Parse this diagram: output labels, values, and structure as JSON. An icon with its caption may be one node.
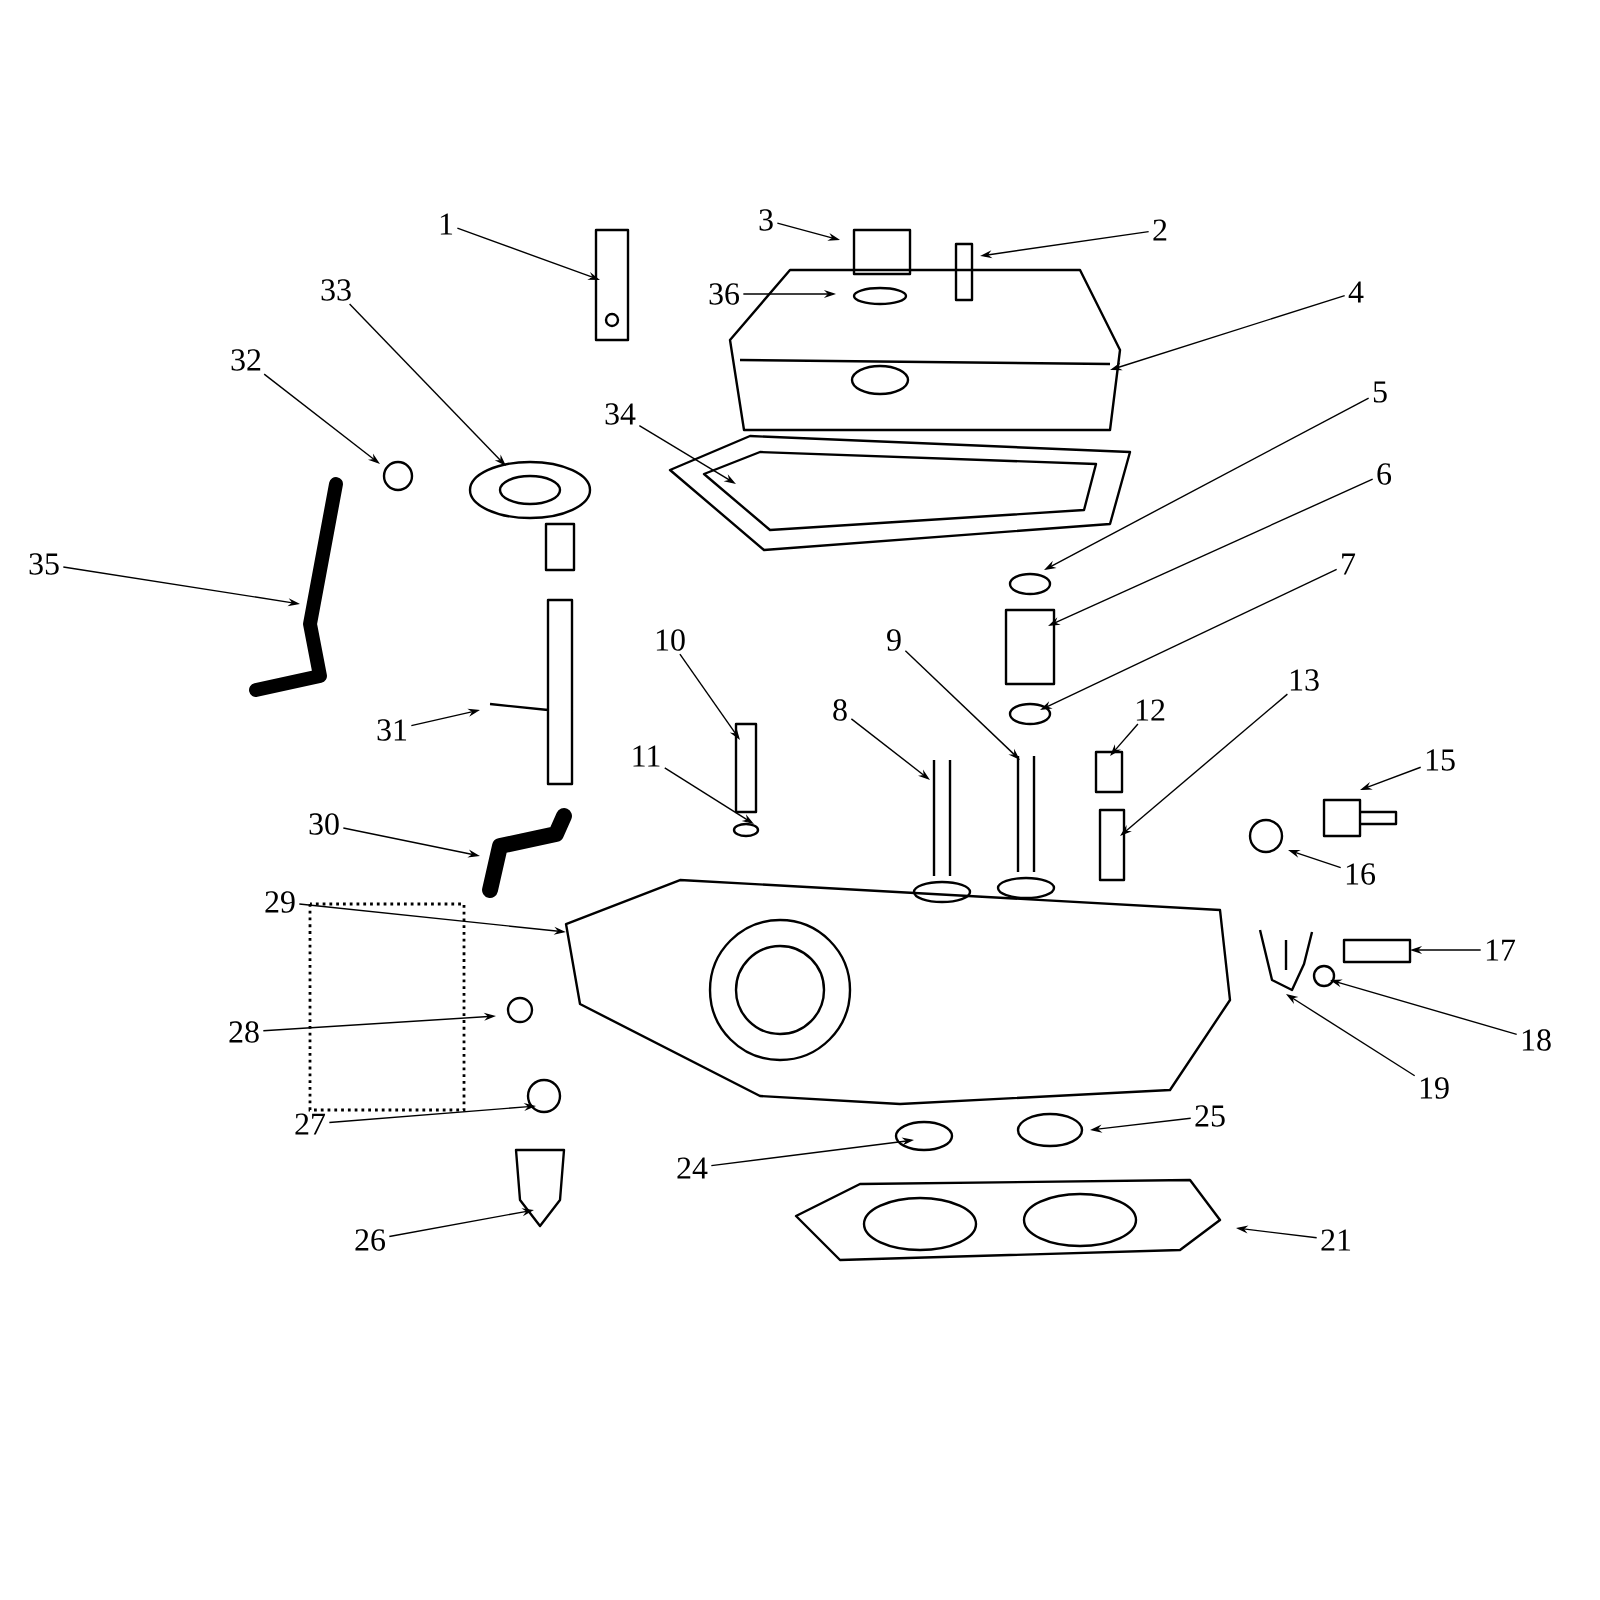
{
  "diagram": {
    "nodes": [
      {
        "text": [
          "1"
        ]
      },
      {
        "text": [
          "3"
        ]
      },
      {
        "text": [
          "2"
        ]
      },
      {
        "text": [
          "33"
        ]
      },
      {
        "text": [
          "36"
        ]
      },
      {
        "text": [
          "4"
        ]
      },
      {
        "text": [
          "32"
        ]
      },
      {
        "text": [
          "34"
        ]
      },
      {
        "text": [
          "5"
        ]
      },
      {
        "text": [
          "6"
        ]
      },
      {
        "text": [
          "35"
        ]
      },
      {
        "text": [
          "7"
        ]
      },
      {
        "text": [
          "10"
        ]
      },
      {
        "text": [
          "9"
        ]
      },
      {
        "text": [
          "31"
        ]
      },
      {
        "text": [
          "8"
        ]
      },
      {
        "text": [
          "12"
        ]
      },
      {
        "text": [
          "13"
        ]
      },
      {
        "text": [
          "15"
        ]
      },
      {
        "text": [
          "11"
        ]
      },
      {
        "text": [
          "30"
        ]
      },
      {
        "text": [
          "16"
        ]
      },
      {
        "text": [
          "29"
        ]
      },
      {
        "text": [
          "17"
        ]
      },
      {
        "text": [
          "28"
        ]
      },
      {
        "text": [
          "18"
        ]
      },
      {
        "text": [
          "19"
        ]
      },
      {
        "text": [
          "27"
        ]
      },
      {
        "text": [
          "25"
        ]
      },
      {
        "text": [
          "24"
        ]
      },
      {
        "text": [
          "26"
        ]
      },
      {
        "text": [
          "21"
        ]
      }
    ],
    "edges": [
      {
        "from": 0,
        "to": null,
        "arrow": "to"
      },
      {
        "from": 1,
        "to": null,
        "arrow": "to"
      },
      {
        "from": 2,
        "to": null,
        "arrow": "to"
      },
      {
        "from": 3,
        "to": null,
        "arrow": "to"
      },
      {
        "from": 4,
        "to": null,
        "arrow": "to"
      },
      {
        "from": 5,
        "to": null,
        "arrow": "to"
      },
      {
        "from": 6,
        "to": null,
        "arrow": "to"
      },
      {
        "from": 7,
        "to": null,
        "arrow": "to"
      },
      {
        "from": 8,
        "to": null,
        "arrow": "to"
      },
      {
        "from": 9,
        "to": null,
        "arrow": "to"
      },
      {
        "from": 10,
        "to": null,
        "arrow": "to"
      },
      {
        "from": 11,
        "to": null,
        "arrow": "to"
      },
      {
        "from": 12,
        "to": null,
        "arrow": "to"
      },
      {
        "from": 13,
        "to": null,
        "arrow": "to"
      },
      {
        "from": 14,
        "to": null,
        "arrow": "to"
      },
      {
        "from": 15,
        "to": null,
        "arrow": "to"
      },
      {
        "from": 16,
        "to": null,
        "arrow": "to"
      },
      {
        "from": 17,
        "to": null,
        "arrow": "to"
      },
      {
        "from": 18,
        "to": null,
        "arrow": "to"
      },
      {
        "from": 19,
        "to": null,
        "arrow": "to"
      },
      {
        "from": 20,
        "to": null,
        "arrow": "to"
      },
      {
        "from": 21,
        "to": null,
        "arrow": "to"
      },
      {
        "from": 22,
        "to": null,
        "arrow": "to"
      },
      {
        "from": 23,
        "to": null,
        "arrow": "to"
      },
      {
        "from": 24,
        "to": null,
        "arrow": "to"
      },
      {
        "from": 25,
        "to": null,
        "arrow": "to"
      },
      {
        "from": 26,
        "to": null,
        "arrow": "to"
      },
      {
        "from": 27,
        "to": null,
        "arrow": "to"
      },
      {
        "from": 28,
        "to": null,
        "arrow": "to"
      },
      {
        "from": 29,
        "to": null,
        "arrow": "to"
      },
      {
        "from": 30,
        "to": null,
        "arrow": "to"
      },
      {
        "from": 31,
        "to": null,
        "arrow": "to"
      }
    ]
  }
}
